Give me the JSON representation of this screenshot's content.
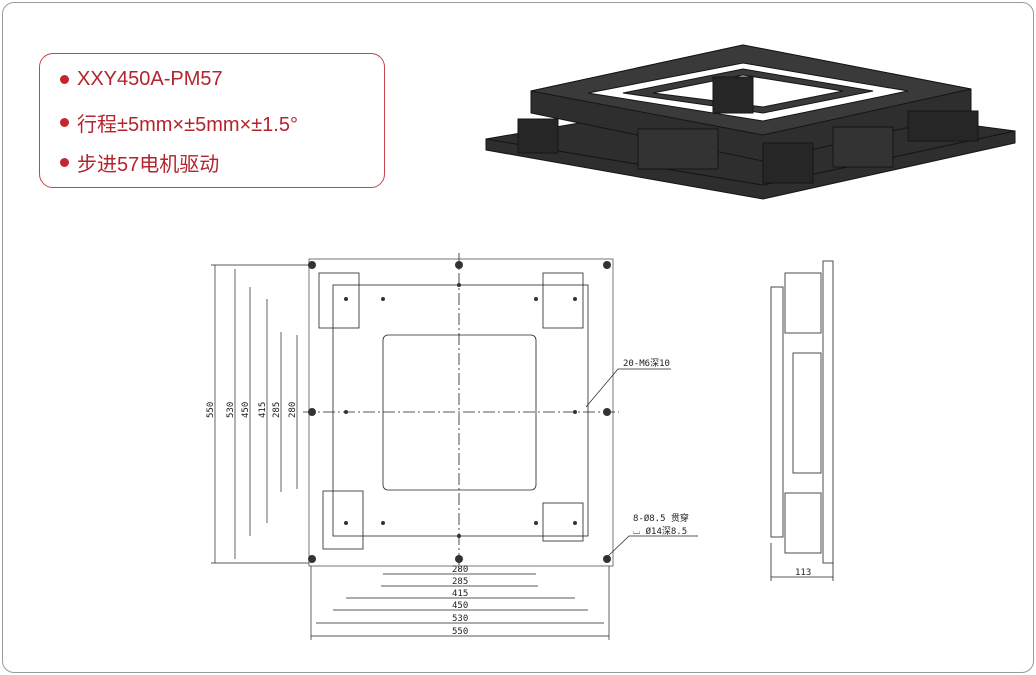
{
  "specs": [
    "XXY450A-PM57",
    "行程±5mm×±5mm×±1.5°",
    "步进57电机驱动"
  ],
  "colors": {
    "accent": "#c4262f",
    "model": "#2a2a2a"
  },
  "annotations": {
    "tapped_holes": "20-M6深10",
    "through_holes": "8-Ø8.5 贯穿",
    "counterbore": "⌴ Ø14深8.5"
  },
  "dims_horizontal": [
    "280",
    "285",
    "415",
    "450",
    "530",
    "550"
  ],
  "dims_vertical": [
    "550",
    "530",
    "450",
    "415",
    "285",
    "280"
  ],
  "side_width": "113"
}
